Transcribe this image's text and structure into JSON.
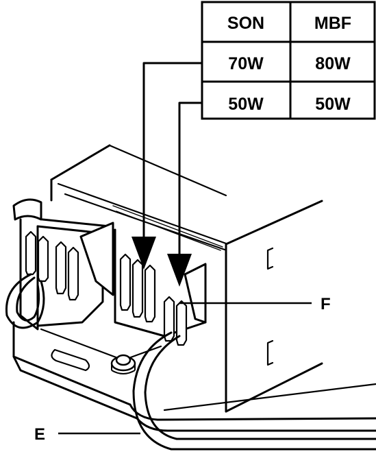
{
  "table": {
    "headers": [
      "SON",
      "MBF"
    ],
    "rows": [
      [
        "70W",
        "80W"
      ],
      [
        "50W",
        "50W"
      ]
    ]
  },
  "callouts": {
    "f": "F",
    "e": "E"
  }
}
